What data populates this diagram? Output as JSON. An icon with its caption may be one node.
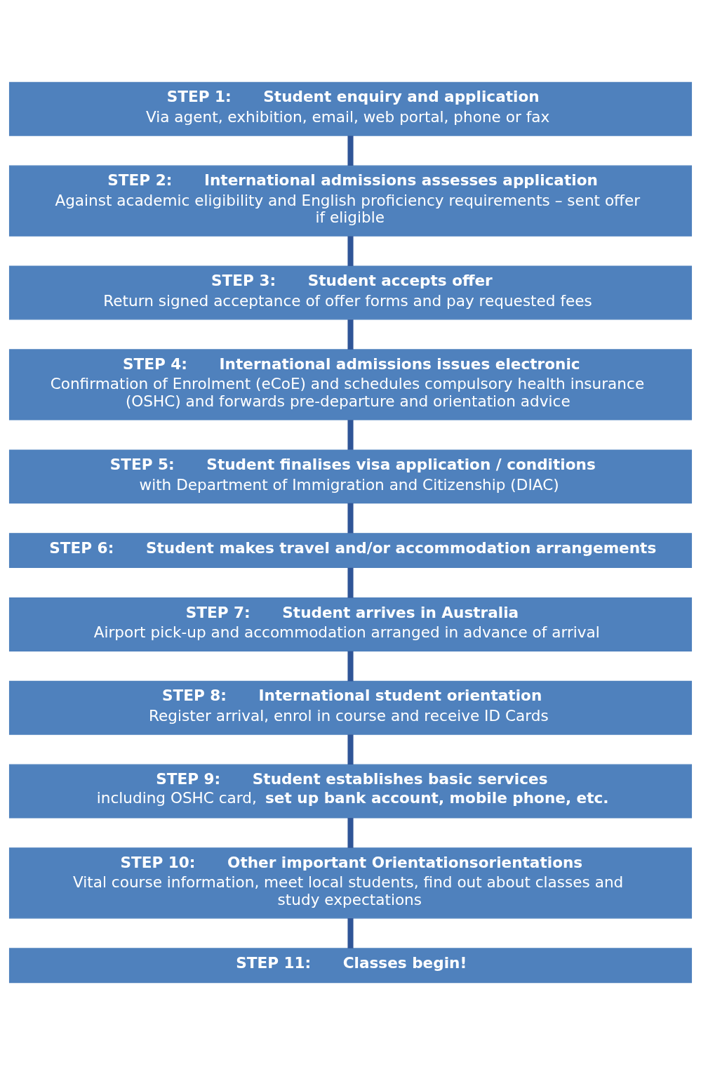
{
  "diagram": {
    "nodes": [
      {
        "text": [
          "STEP 1:",
          "Student enquiry and application",
          "Via agent, exhibition, email, web portal, phone or fax"
        ]
      },
      {
        "text": [
          "STEP 2:",
          "International admissions assesses application",
          "Against academic eligibility and English proficiency requirements – sent offer if eligible"
        ]
      },
      {
        "text": [
          "STEP 3:",
          "Student accepts offer",
          "Return signed acceptance of offer forms and pay requested fees"
        ]
      },
      {
        "text": [
          "STEP 4:",
          "International admissions issues electronic",
          "Confirmation of Enrolment (eCoE) and schedules compulsory health insurance (OSHC) and forwards pre-departure and orientation advice"
        ]
      },
      {
        "text": [
          "STEP 5:",
          "Student finalises visa application / conditions",
          "with Department of Immigration and Citizenship (DIAC)"
        ]
      },
      {
        "text": [
          "STEP 6:",
          "Student makes travel and/or accommodation arrangements"
        ]
      },
      {
        "text": [
          "STEP 7:",
          "Student arrives in Australia",
          "Airport pick-up and accommodation arranged in advance of arrival"
        ]
      },
      {
        "text": [
          "STEP 8:",
          "International student orientation",
          "Register arrival, enrol in course and receive ID Cards"
        ]
      },
      {
        "text": [
          "STEP 9:",
          "Student establishes basic services",
          "including OSHC card, **set up bank account, mobile phone, etc.**"
        ]
      },
      {
        "text": [
          "STEP 10:",
          "Other important Orientationsorientations",
          "Vital course information, meet local students, find out about classes and study expectations"
        ]
      },
      {
        "text": [
          "STEP 11:",
          "Classes begin!"
        ]
      }
    ],
    "edges": [
      {
        "from": 0,
        "to": 1,
        "arrow": "none"
      },
      {
        "from": 1,
        "to": 2,
        "arrow": "none"
      },
      {
        "from": 2,
        "to": 3,
        "arrow": "none"
      },
      {
        "from": 3,
        "to": 4,
        "arrow": "none"
      },
      {
        "from": 4,
        "to": 5,
        "arrow": "none"
      },
      {
        "from": 5,
        "to": 6,
        "arrow": "none"
      },
      {
        "from": 6,
        "to": 7,
        "arrow": "none"
      },
      {
        "from": 7,
        "to": 8,
        "arrow": "none"
      },
      {
        "from": 8,
        "to": 9,
        "arrow": "none"
      },
      {
        "from": 9,
        "to": 10,
        "arrow": "none"
      }
    ]
  }
}
